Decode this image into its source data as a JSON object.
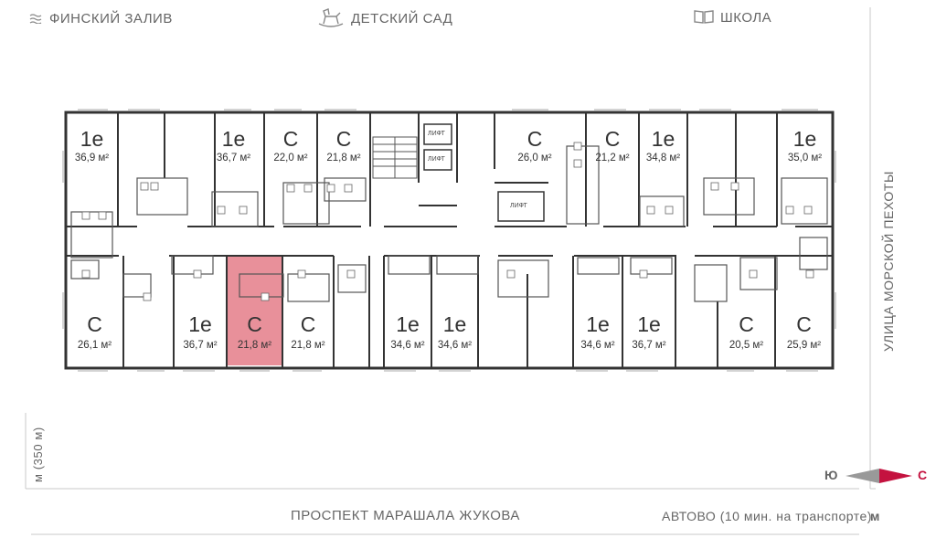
{
  "landmarks": {
    "gulf": "ФИНСКИЙ ЗАЛИВ",
    "kindergarten": "ДЕТСКИЙ САД",
    "school": "ШКОЛА",
    "street_right": "УЛИЦА МОРСКОЙ ПЕХОТЫ",
    "prospect": "ПРОСПЕКТ МАРАШАЛА ЖУКОВА",
    "avtovo": "АВТОВО (10 мин. на транспорте)",
    "metro_left": "м (350 м)",
    "metro_right": "м"
  },
  "compass": {
    "south": "Ю",
    "north": "С",
    "north_color": "#c4123f",
    "south_color": "#999999"
  },
  "lift_label": "ЛИФТ",
  "colors": {
    "selected": "#e8909a",
    "walls": "#333333"
  },
  "apartments": [
    {
      "id": "a1",
      "type": "1е",
      "area": "36,9 м²"
    },
    {
      "id": "a2",
      "type": "1е",
      "area": "36,7 м²"
    },
    {
      "id": "a3",
      "type": "С",
      "area": "22,0 м²"
    },
    {
      "id": "a4",
      "type": "С",
      "area": "21,8 м²"
    },
    {
      "id": "a5",
      "type": "С",
      "area": "26,0 м²"
    },
    {
      "id": "a6",
      "type": "С",
      "area": "21,2 м²"
    },
    {
      "id": "a7",
      "type": "1е",
      "area": "34,8 м²"
    },
    {
      "id": "a8",
      "type": "1е",
      "area": "35,0 м²"
    },
    {
      "id": "b1",
      "type": "С",
      "area": "26,1 м²"
    },
    {
      "id": "b2",
      "type": "1е",
      "area": "36,7 м²"
    },
    {
      "id": "b3",
      "type": "С",
      "area": "21,8 м²",
      "selected": true
    },
    {
      "id": "b4",
      "type": "С",
      "area": "21,8 м²"
    },
    {
      "id": "b5",
      "type": "1е",
      "area": "34,6 м²"
    },
    {
      "id": "b6",
      "type": "1е",
      "area": "34,6 м²"
    },
    {
      "id": "b7",
      "type": "1е",
      "area": "34,6 м²"
    },
    {
      "id": "b8",
      "type": "1е",
      "area": "36,7 м²"
    },
    {
      "id": "b9",
      "type": "С",
      "area": "20,5 м²"
    },
    {
      "id": "b10",
      "type": "С",
      "area": "25,9 м²"
    }
  ]
}
